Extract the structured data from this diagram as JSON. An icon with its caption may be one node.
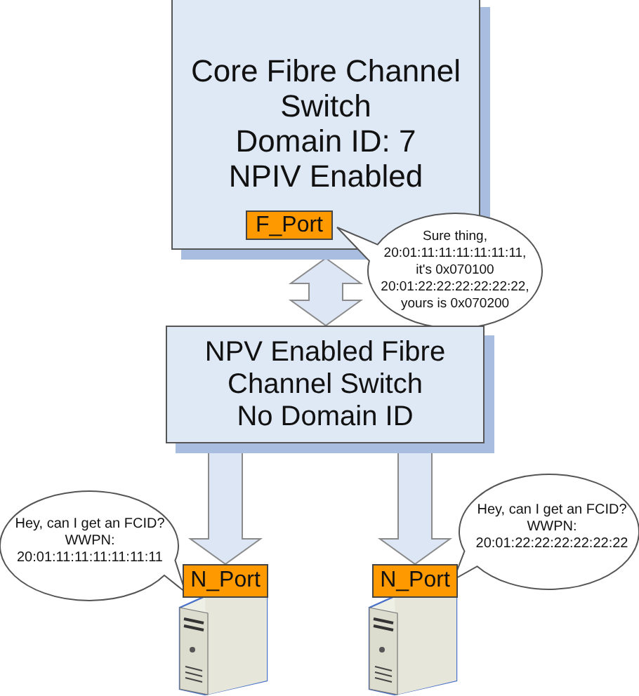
{
  "diagram": {
    "nodes": [
      {
        "text": [
          "Core Fibre Channel Switch",
          "Domain ID: 7",
          "NPIV Enabled"
        ]
      },
      {
        "text": [
          "F_Port"
        ],
        "in": 0
      },
      {
        "text": [
          "Sure thing, 20:01:11:11:11:11:11:11, it's 0x070100 20:01:22:22:22:22:22:22, yours is 0x070200"
        ]
      },
      {
        "text": [
          "NPV Enabled Fibre Channel Switch",
          "No Domain ID"
        ]
      },
      {
        "text": [
          "Hey, can I get an FCID? WWPN: 20:01:11:11:11:11:11:11"
        ]
      },
      {
        "text": [
          "N_Port"
        ]
      },
      {
        "text": [
          "Hey, can I get an FCID? WWPN: 20:01:22:22:22:22:22:22"
        ]
      },
      {
        "text": [
          "N_Port"
        ]
      }
    ],
    "edges": [
      {
        "from": 0,
        "to": 3,
        "arrow": "both"
      },
      {
        "from": 3,
        "to": 5,
        "arrow": "to"
      },
      {
        "from": 3,
        "to": 7,
        "arrow": "to"
      }
    ]
  }
}
